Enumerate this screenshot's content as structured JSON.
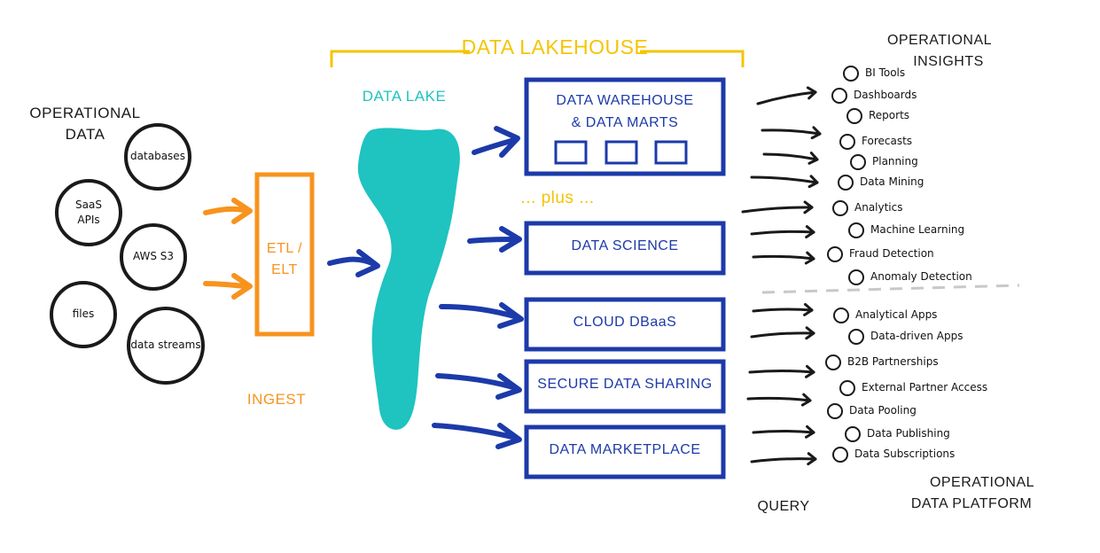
{
  "colors": {
    "orange": "#f7931e",
    "teal": "#1fc3c0",
    "yellow": "#f5c400",
    "blue": "#1c3aa9",
    "dark": "#1a1a1a",
    "dashed_divider": "#c8c8c8"
  },
  "lakehouse": {
    "label": "DATA LAKEHOUSE"
  },
  "operational_data": {
    "title_line1": "OPERATIONAL",
    "title_line2": "DATA",
    "sources": [
      {
        "label": "databases"
      },
      {
        "label_line1": "SaaS",
        "label_line2": "APIs"
      },
      {
        "label": "AWS S3"
      },
      {
        "label": "files"
      },
      {
        "label": "data streams"
      }
    ]
  },
  "ingest": {
    "label": "INGEST",
    "etl_line1": "ETL /",
    "etl_line2": "ELT"
  },
  "data_lake": {
    "label": "DATA LAKE"
  },
  "warehouse": {
    "line1": "DATA WAREHOUSE",
    "line2": "& DATA MARTS"
  },
  "plus": {
    "label": "... plus ..."
  },
  "boxes": {
    "data_science": "DATA SCIENCE",
    "cloud_dbaas": "CLOUD DBaaS",
    "secure_sharing": "SECURE DATA SHARING",
    "marketplace": "DATA MARKETPLACE"
  },
  "insights": {
    "title_line1": "OPERATIONAL",
    "title_line2": "INSIGHTS",
    "items": [
      "BI Tools",
      "Dashboards",
      "Reports",
      "Forecasts",
      "Planning",
      "Data Mining",
      "Analytics",
      "Machine Learning",
      "Fraud Detection",
      "Anomaly Detection"
    ]
  },
  "platform": {
    "title_line1": "OPERATIONAL",
    "title_line2": "DATA PLATFORM",
    "items": [
      "Analytical Apps",
      "Data-driven Apps",
      "B2B Partnerships",
      "External Partner Access",
      "Data Pooling",
      "Data Publishing",
      "Data Subscriptions"
    ]
  },
  "query": {
    "label": "QUERY"
  }
}
